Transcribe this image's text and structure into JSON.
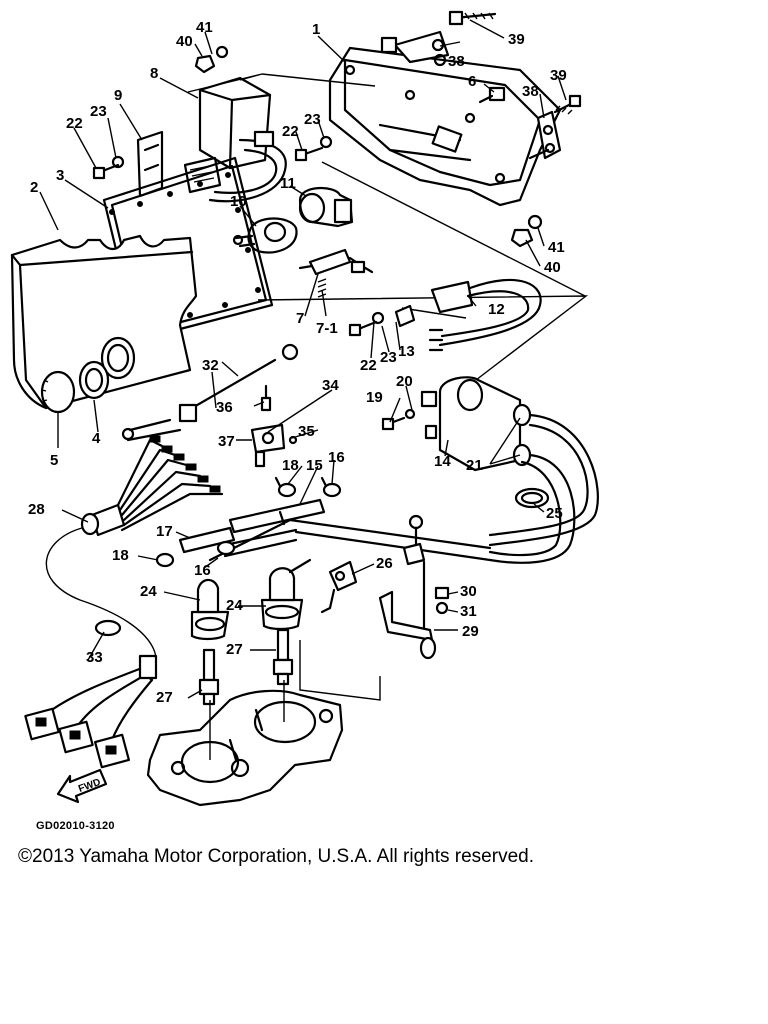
{
  "diagram": {
    "callouts": [
      "1",
      "2",
      "3",
      "4",
      "5",
      "6",
      "7",
      "7-1",
      "8",
      "9",
      "10",
      "11",
      "12",
      "13",
      "14",
      "15",
      "16",
      "16",
      "17",
      "18",
      "18",
      "19",
      "20",
      "21",
      "22",
      "22",
      "22",
      "23",
      "23",
      "23",
      "24",
      "24",
      "25",
      "26",
      "27",
      "27",
      "28",
      "29",
      "30",
      "31",
      "32",
      "33",
      "34",
      "35",
      "36",
      "37",
      "38",
      "38",
      "39",
      "39",
      "40",
      "40",
      "41",
      "41"
    ],
    "fwd_label": "FWD",
    "drawing_code": "GD02010-3120",
    "copyright": "©2013 Yamaha Motor Corporation, U.S.A. All rights reserved."
  },
  "colors": {
    "ink": "#000000",
    "background": "#ffffff"
  }
}
